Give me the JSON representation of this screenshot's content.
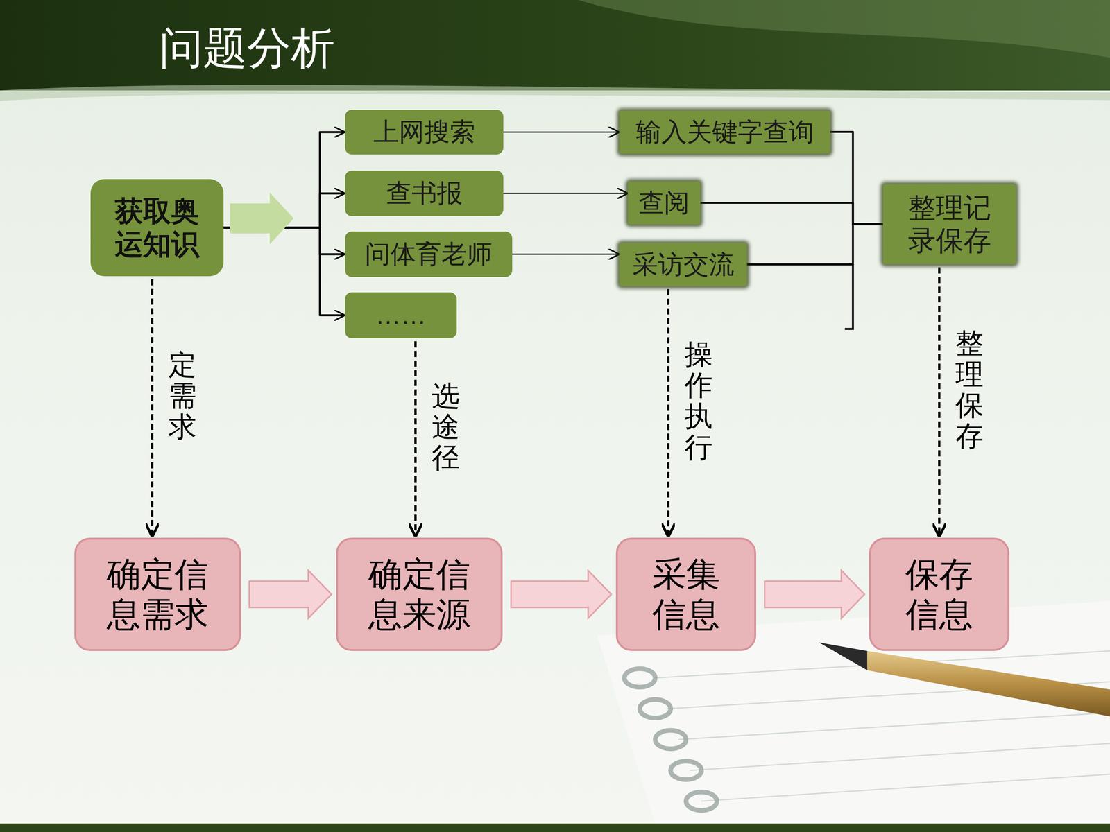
{
  "diagram": {
    "title": "问题分析",
    "nodes": [
      {
        "text": [
          "获取奥运知识"
        ]
      },
      {
        "text": [
          "上网搜索"
        ]
      },
      {
        "text": [
          "查书报"
        ]
      },
      {
        "text": [
          "问体育老师"
        ]
      },
      {
        "text": [
          "……"
        ]
      },
      {
        "text": [
          "输入关键字查询"
        ]
      },
      {
        "text": [
          "查阅"
        ]
      },
      {
        "text": [
          "采访交流"
        ]
      },
      {
        "text": [
          "整理记录保存"
        ]
      },
      {
        "text": [
          "确定信息需求"
        ]
      },
      {
        "text": [
          "确定信息来源"
        ]
      },
      {
        "text": [
          "采集信息"
        ]
      },
      {
        "text": [
          "保存信息"
        ]
      }
    ],
    "edges": [
      {
        "from": 0,
        "to": 1,
        "arrow": "to"
      },
      {
        "from": 0,
        "to": 2,
        "arrow": "to"
      },
      {
        "from": 0,
        "to": 3,
        "arrow": "to"
      },
      {
        "from": 0,
        "to": 4,
        "arrow": "to"
      },
      {
        "from": 1,
        "to": 5,
        "arrow": "to"
      },
      {
        "from": 2,
        "to": 6,
        "arrow": "to"
      },
      {
        "from": 3,
        "to": 7,
        "arrow": "to"
      },
      {
        "from": 5,
        "to": 8,
        "arrow": "none"
      },
      {
        "from": 6,
        "to": 8,
        "arrow": "none"
      },
      {
        "from": 7,
        "to": 8,
        "arrow": "none"
      },
      {
        "from": 0,
        "to": 9,
        "label": "定需求",
        "arrow": "to"
      },
      {
        "from": 4,
        "to": 10,
        "label": "选途径",
        "arrow": "to"
      },
      {
        "from": 7,
        "to": 11,
        "label": "操作执行",
        "arrow": "to"
      },
      {
        "from": 8,
        "to": 12,
        "label": "整理保存",
        "arrow": "to"
      },
      {
        "from": 9,
        "to": 10,
        "arrow": "to"
      },
      {
        "from": 10,
        "to": 11,
        "arrow": "to"
      },
      {
        "from": 11,
        "to": 12,
        "arrow": "to"
      }
    ]
  }
}
